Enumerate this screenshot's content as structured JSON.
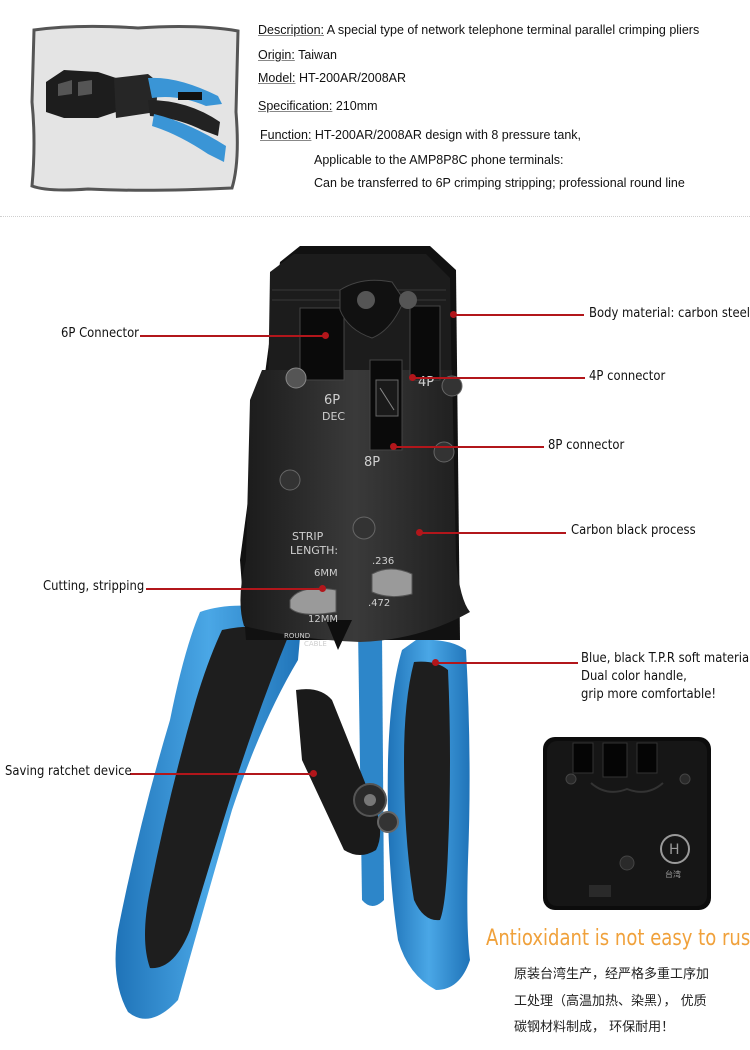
{
  "specs": {
    "description_label": "Description:",
    "description": " A special type of network telephone terminal parallel crimping pliers",
    "origin_label": "Origin:",
    "origin": " Taiwan",
    "model_label": "Model:",
    "model": " HT-200AR/2008AR",
    "specification_label": "Specification:",
    "specification": " 210mm",
    "function_label": "Function:",
    "function_lines": [
      " HT-200AR/2008AR design with 8 pressure tank,",
      "Applicable to the AMP8P8C phone terminals:",
      "Can be transferred to 6P crimping stripping; professional round line"
    ]
  },
  "tool_markings": {
    "p6": "6P",
    "dec": "DEC",
    "p4": "4P",
    "p8": "8P",
    "strip": "STRIP",
    "length": "LENGTH:",
    "mm6": "6MM",
    "mm12": "12MM",
    "d236": ".236",
    "d472": ".472",
    "round": "ROUND",
    "cable": "CABLE"
  },
  "callouts": {
    "body_material": "Body material: carbon steel",
    "connector_6p": "6P Connector",
    "connector_4p": "4P connector",
    "connector_8p": "8P connector",
    "carbon_black": "Carbon black process",
    "cutting": "Cutting, stripping",
    "handle_1": "Blue, black T.P.R soft material",
    "handle_2": "Dual color handle,",
    "handle_3": "grip more comfortable!",
    "ratchet": "Saving ratchet device"
  },
  "inset": {
    "logo_letter": "H",
    "logo_text": "台湾"
  },
  "rust_headline": "Antioxidant is not easy to rust.",
  "chinese_lines": [
    "原装台湾生产，经严格多重工序加",
    "工处理（高温加热、染黑），  优质",
    "碳钢材料制成，  环保耐用！"
  ],
  "colors": {
    "accent_blue": "#3a95d6",
    "callout_red": "#b2161b",
    "rust_orange": "#f0a13b"
  }
}
